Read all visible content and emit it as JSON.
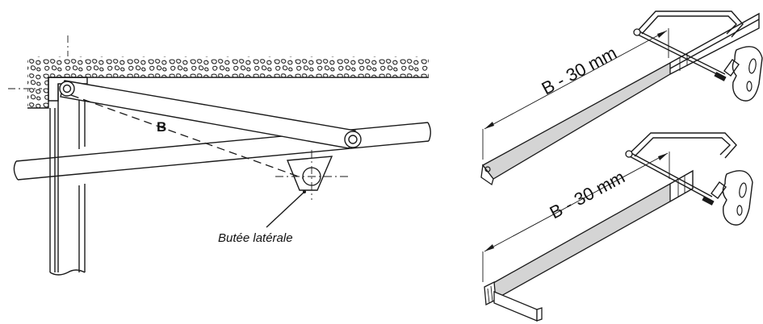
{
  "labels": {
    "arm_distance": "B",
    "side_stop": "Butée latérale",
    "cut_length_top": "B - 30 mm",
    "cut_length_bottom": "B - 30 mm"
  },
  "colors": {
    "line": "#1a1a1a",
    "shaded_section": "#d4d4d4",
    "background": "#ffffff"
  },
  "icons": [
    "hacksaw-icon",
    "hacksaw-icon"
  ]
}
